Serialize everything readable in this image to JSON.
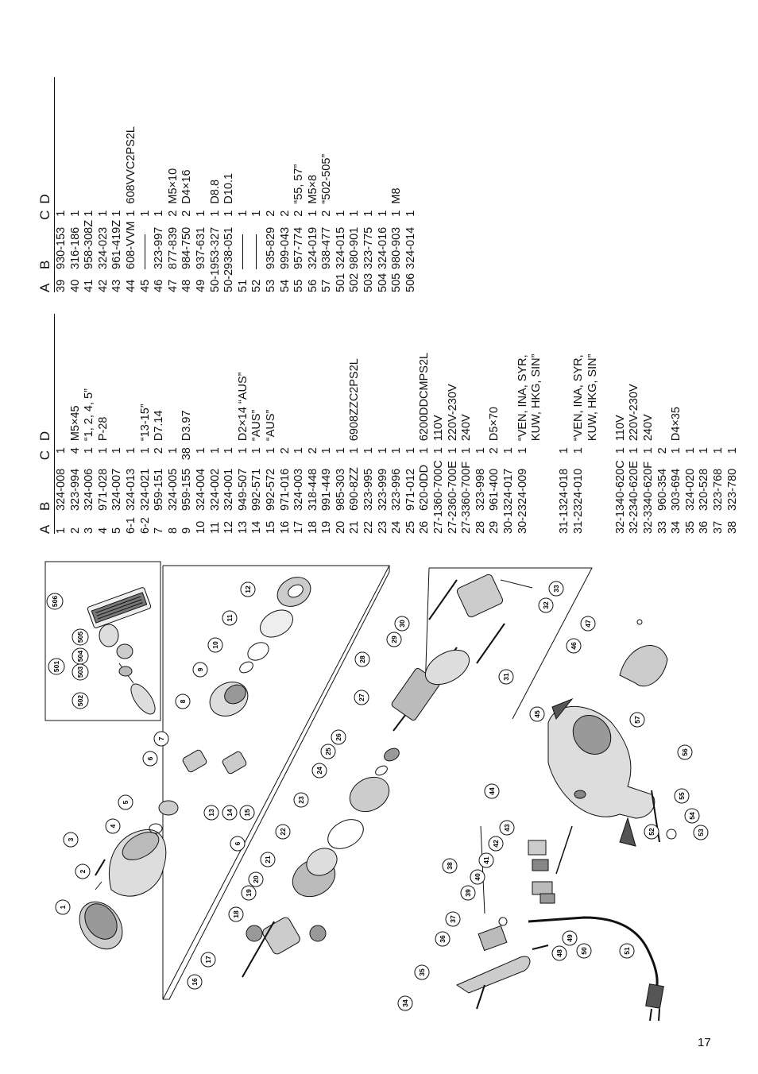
{
  "page_number": "17",
  "table_headers": {
    "a": "A",
    "b": "B",
    "c": "C",
    "d": "D"
  },
  "left_table": [
    {
      "a": "1",
      "b": "324-008",
      "c": "1",
      "d": ""
    },
    {
      "a": "2",
      "b": "323-994",
      "c": "4",
      "d": "M5×45"
    },
    {
      "a": "3",
      "b": "324-006",
      "c": "1",
      "d": "“1, 2, 4, 5”"
    },
    {
      "a": "4",
      "b": "971-028",
      "c": "1",
      "d": "P-28"
    },
    {
      "a": "5",
      "b": "324-007",
      "c": "1",
      "d": ""
    },
    {
      "a": "6-1",
      "b": "324-013",
      "c": "1",
      "d": ""
    },
    {
      "a": "6-2",
      "b": "324-021",
      "c": "1",
      "d": "“13-15”"
    },
    {
      "a": "7",
      "b": "959-151",
      "c": "2",
      "d": "D7.14"
    },
    {
      "a": "8",
      "b": "324-005",
      "c": "1",
      "d": ""
    },
    {
      "a": "9",
      "b": "959-155",
      "c": "38",
      "d": "D3.97"
    },
    {
      "a": "10",
      "b": "324-004",
      "c": "1",
      "d": ""
    },
    {
      "a": "11",
      "b": "324-002",
      "c": "1",
      "d": ""
    },
    {
      "a": "12",
      "b": "324-001",
      "c": "1",
      "d": ""
    },
    {
      "a": "13",
      "b": "949-507",
      "c": "1",
      "d": "D2×14     “AUS”"
    },
    {
      "a": "14",
      "b": "992-571",
      "c": "1",
      "d": "“AUS”"
    },
    {
      "a": "15",
      "b": "992-572",
      "c": "1",
      "d": "“AUS”"
    },
    {
      "a": "16",
      "b": "971-016",
      "c": "2",
      "d": ""
    },
    {
      "a": "17",
      "b": "324-003",
      "c": "1",
      "d": ""
    },
    {
      "a": "18",
      "b": "318-448",
      "c": "2",
      "d": ""
    },
    {
      "a": "19",
      "b": "991-449",
      "c": "1",
      "d": ""
    },
    {
      "a": "20",
      "b": "985-303",
      "c": "1",
      "d": ""
    },
    {
      "a": "21",
      "b": "690-8ZZ",
      "c": "1",
      "d": "6908ZZC2PS2L"
    },
    {
      "a": "22",
      "b": "323-995",
      "c": "1",
      "d": ""
    },
    {
      "a": "23",
      "b": "323-999",
      "c": "1",
      "d": ""
    },
    {
      "a": "24",
      "b": "323-996",
      "c": "1",
      "d": ""
    },
    {
      "a": "25",
      "b": "971-012",
      "c": "1",
      "d": ""
    },
    {
      "a": "26",
      "b": "620-0DD",
      "c": "1",
      "d": "6200DDCMPS2L"
    },
    {
      "a": "27-1",
      "b": "360-700C",
      "c": "1",
      "d": "110V"
    },
    {
      "a": "27-2",
      "b": "360-700E",
      "c": "1",
      "d": "220V-230V"
    },
    {
      "a": "27-3",
      "b": "360-700F",
      "c": "1",
      "d": "240V"
    },
    {
      "a": "28",
      "b": "323-998",
      "c": "1",
      "d": ""
    },
    {
      "a": "29",
      "b": "961-400",
      "c": "2",
      "d": "D5×70"
    },
    {
      "a": "30-1",
      "b": "324-017",
      "c": "1",
      "d": ""
    },
    {
      "a": "30-2",
      "b": "324-009",
      "c": "1",
      "d": "“VEN, INA, SYR,",
      "d2": "KUW, HKG, SIN”"
    },
    {
      "a": "31-1",
      "b": "324-018",
      "c": "1",
      "d": ""
    },
    {
      "a": "31-2",
      "b": "324-010",
      "c": "1",
      "d": "“VEN, INA, SYR,",
      "d2": "KUW, HKG, SIN”"
    },
    {
      "a": "32-1",
      "b": "340-620C",
      "c": "1",
      "d": "110V"
    },
    {
      "a": "32-2",
      "b": "340-620E",
      "c": "1",
      "d": "220V-230V"
    },
    {
      "a": "32-3",
      "b": "340-620F",
      "c": "1",
      "d": "240V"
    },
    {
      "a": "33",
      "b": "960-354",
      "c": "2",
      "d": ""
    },
    {
      "a": "34",
      "b": "303-694",
      "c": "1",
      "d": "D4×35"
    },
    {
      "a": "35",
      "b": "324-020",
      "c": "1",
      "d": ""
    },
    {
      "a": "36",
      "b": "320-528",
      "c": "1",
      "d": ""
    },
    {
      "a": "37",
      "b": "323-768",
      "c": "1",
      "d": ""
    },
    {
      "a": "38",
      "b": "323-780",
      "c": "1",
      "d": ""
    }
  ],
  "right_table": [
    {
      "a": "39",
      "b": "930-153",
      "c": "1",
      "d": ""
    },
    {
      "a": "40",
      "b": "316-186",
      "c": "1",
      "d": ""
    },
    {
      "a": "41",
      "b": "958-308Z",
      "c": "1",
      "d": ""
    },
    {
      "a": "42",
      "b": "324-023",
      "c": "1",
      "d": ""
    },
    {
      "a": "43",
      "b": "961-419Z",
      "c": "1",
      "d": ""
    },
    {
      "a": "44",
      "b": "608-VVM",
      "c": "1",
      "d": "608VVC2PS2L"
    },
    {
      "a": "45",
      "b": "",
      "c": "1",
      "d": ""
    },
    {
      "a": "46",
      "b": "323-997",
      "c": "1",
      "d": ""
    },
    {
      "a": "47",
      "b": "877-839",
      "c": "2",
      "d": "M5×10"
    },
    {
      "a": "48",
      "b": "984-750",
      "c": "2",
      "d": "D4×16"
    },
    {
      "a": "49",
      "b": "937-631",
      "c": "1",
      "d": ""
    },
    {
      "a": "50-1",
      "b": "953-327",
      "c": "1",
      "d": "D8.8"
    },
    {
      "a": "50-2",
      "b": "938-051",
      "c": "1",
      "d": "D10.1"
    },
    {
      "a": "51",
      "b": "",
      "c": "1",
      "d": ""
    },
    {
      "a": "52",
      "b": "",
      "c": "1",
      "d": ""
    },
    {
      "a": "53",
      "b": "935-829",
      "c": "2",
      "d": ""
    },
    {
      "a": "54",
      "b": "999-043",
      "c": "2",
      "d": ""
    },
    {
      "a": "55",
      "b": "957-774",
      "c": "2",
      "d": "“55, 57”"
    },
    {
      "a": "56",
      "b": "324-019",
      "c": "1",
      "d": "M5×8"
    },
    {
      "a": "57",
      "b": "938-477",
      "c": "2",
      "d": "“502-505”"
    },
    {
      "a": "501",
      "b": "324-015",
      "c": "1",
      "d": ""
    },
    {
      "a": "502",
      "b": "980-901",
      "c": "1",
      "d": ""
    },
    {
      "a": "503",
      "b": "323-775",
      "c": "1",
      "d": ""
    },
    {
      "a": "504",
      "b": "324-016",
      "c": "1",
      "d": ""
    },
    {
      "a": "505",
      "b": "980-903",
      "c": "1",
      "d": "M8"
    },
    {
      "a": "506",
      "b": "324-014",
      "c": "1",
      "d": ""
    }
  ],
  "callouts": [
    "1",
    "2",
    "3",
    "4",
    "5",
    "6",
    "6",
    "7",
    "8",
    "9",
    "10",
    "11",
    "12",
    "13",
    "14",
    "15",
    "16",
    "17",
    "18",
    "19",
    "20",
    "21",
    "22",
    "23",
    "24",
    "25",
    "26",
    "27",
    "28",
    "29",
    "30",
    "31",
    "32",
    "33",
    "34",
    "35",
    "36",
    "37",
    "38",
    "39",
    "40",
    "41",
    "42",
    "43",
    "44",
    "45",
    "46",
    "47",
    "48",
    "49",
    "50",
    "51",
    "52",
    "53",
    "54",
    "55",
    "56",
    "57",
    "501",
    "502",
    "503",
    "504",
    "505",
    "506"
  ]
}
